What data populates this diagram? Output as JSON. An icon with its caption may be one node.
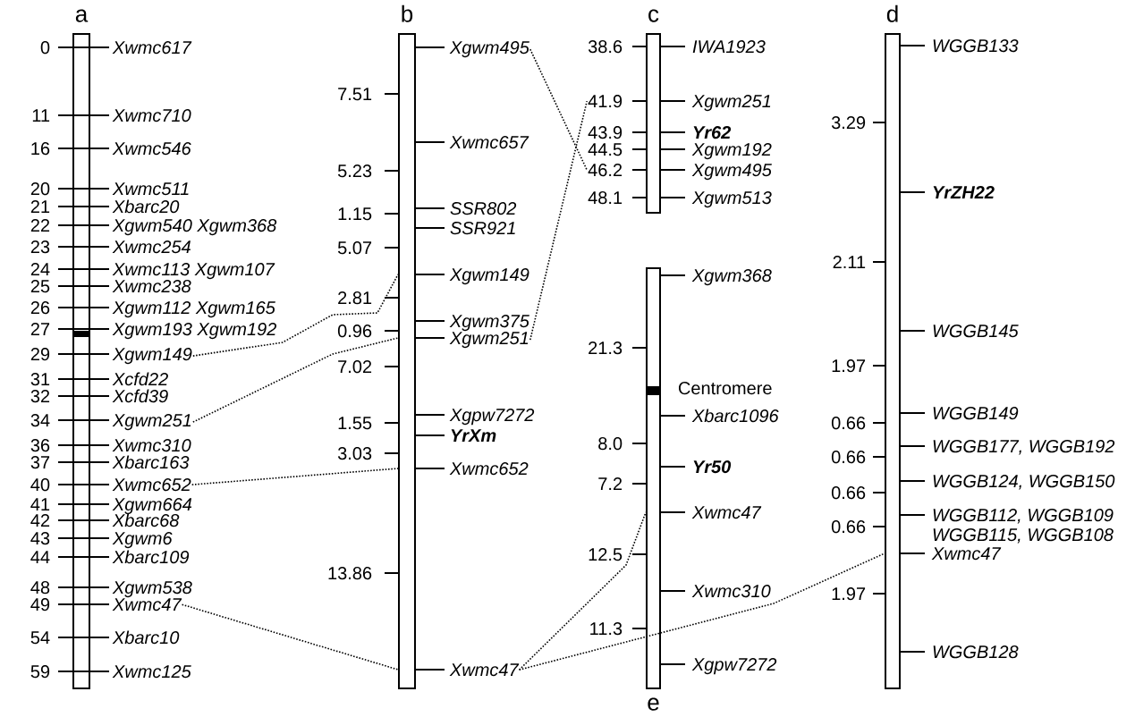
{
  "diagram": {
    "nodes": [
      {
        "text": [
          "a"
        ]
      },
      {
        "text": [
          "Xwmc617"
        ],
        "beside": [
          "0"
        ]
      },
      {
        "text": [
          "Xwmc710"
        ],
        "beside": [
          "11"
        ]
      },
      {
        "text": [
          "Xwmc546"
        ],
        "beside": [
          "16"
        ]
      },
      {
        "text": [
          "Xwmc511"
        ],
        "beside": [
          "20"
        ]
      },
      {
        "text": [
          "Xbarc20"
        ],
        "beside": [
          "21"
        ]
      },
      {
        "text": [
          "Xgwm540 Xgwm368"
        ],
        "beside": [
          "22"
        ]
      },
      {
        "text": [
          "Xwmc254"
        ],
        "beside": [
          "23"
        ]
      },
      {
        "text": [
          "Xwmc113 Xgwm107"
        ],
        "beside": [
          "24"
        ]
      },
      {
        "text": [
          "Xwmc238"
        ],
        "beside": [
          "25"
        ]
      },
      {
        "text": [
          "Xgwm112 Xgwm165"
        ],
        "beside": [
          "26"
        ]
      },
      {
        "text": [
          "Xgwm193 Xgwm192"
        ],
        "beside": [
          "27"
        ]
      },
      {
        "text": [
          "Xgwm149"
        ],
        "beside": [
          "29"
        ]
      },
      {
        "text": [
          "Xcfd22"
        ],
        "beside": [
          "31"
        ]
      },
      {
        "text": [
          "Xcfd39"
        ],
        "beside": [
          "32"
        ]
      },
      {
        "text": [
          "Xgwm251"
        ],
        "beside": [
          "34"
        ]
      },
      {
        "text": [
          "Xwmc310"
        ],
        "beside": [
          "36"
        ]
      },
      {
        "text": [
          "Xbarc163"
        ],
        "beside": [
          "37"
        ]
      },
      {
        "text": [
          "Xwmc652"
        ],
        "beside": [
          "40"
        ]
      },
      {
        "text": [
          "Xgwm664"
        ],
        "beside": [
          "41"
        ]
      },
      {
        "text": [
          "Xbarc68"
        ],
        "beside": [
          "42"
        ]
      },
      {
        "text": [
          "Xgwm6"
        ],
        "beside": [
          "43"
        ]
      },
      {
        "text": [
          "Xbarc109"
        ],
        "beside": [
          "44"
        ]
      },
      {
        "text": [
          "Xgwm538"
        ],
        "beside": [
          "48"
        ]
      },
      {
        "text": [
          "Xwmc47"
        ],
        "beside": [
          "49"
        ]
      },
      {
        "text": [
          "Xbarc10"
        ],
        "beside": [
          "54"
        ]
      },
      {
        "text": [
          "Xwmc125"
        ],
        "beside": [
          "59"
        ]
      },
      {
        "text": [
          "b"
        ],
        "beside": [
          "7.51",
          "5.23",
          "1.15",
          "5.07",
          "2.81",
          "0.96",
          "7.02",
          "1.55",
          "3.03",
          "13.86"
        ]
      },
      {
        "text": [
          "Xgwm495"
        ]
      },
      {
        "text": [
          "Xwmc657"
        ]
      },
      {
        "text": [
          "SSR802"
        ]
      },
      {
        "text": [
          "SSR921"
        ]
      },
      {
        "text": [
          "Xgwm149"
        ]
      },
      {
        "text": [
          "Xgwm375"
        ]
      },
      {
        "text": [
          "Xgwm251"
        ]
      },
      {
        "text": [
          "Xgpw7272"
        ]
      },
      {
        "text": [
          "YrXm"
        ]
      },
      {
        "text": [
          "Xwmc652"
        ]
      },
      {
        "text": [
          "Xwmc47"
        ]
      },
      {
        "text": [
          "c"
        ]
      },
      {
        "text": [
          "38.6"
        ]
      },
      {
        "text": [
          "IWA1923"
        ]
      },
      {
        "text": [
          "41.9"
        ]
      },
      {
        "text": [
          "Xgwm251"
        ]
      },
      {
        "text": [
          "43.9"
        ]
      },
      {
        "text": [
          "Yr62"
        ]
      },
      {
        "text": [
          "44.5"
        ]
      },
      {
        "text": [
          "Xgwm192"
        ]
      },
      {
        "text": [
          "46.2"
        ]
      },
      {
        "text": [
          "Xgwm495"
        ]
      },
      {
        "text": [
          "48.1"
        ]
      },
      {
        "text": [
          "Xgwm513"
        ]
      },
      {
        "text": [
          "e"
        ],
        "beside": [
          "21.3",
          "Centromere",
          "8.0",
          "7.2",
          "12.5",
          "11.3"
        ]
      },
      {
        "text": [
          "Xgwm368"
        ]
      },
      {
        "text": [
          "Xbarc1096"
        ]
      },
      {
        "text": [
          "Yr50"
        ]
      },
      {
        "text": [
          "Xwmc47"
        ]
      },
      {
        "text": [
          "Xwmc310"
        ]
      },
      {
        "text": [
          "Xgpw7272"
        ]
      },
      {
        "text": [
          "d"
        ],
        "beside": [
          "3.29",
          "2.11",
          "1.97",
          "0.66",
          "0.66",
          "0.66",
          "0.66",
          "1.97"
        ]
      },
      {
        "text": [
          "WGGB133"
        ]
      },
      {
        "text": [
          "YrZH22"
        ]
      },
      {
        "text": [
          "WGGB145"
        ]
      },
      {
        "text": [
          "WGGB149"
        ]
      },
      {
        "text": [
          "WGGB177, WGGB192"
        ]
      },
      {
        "text": [
          "WGGB124, WGGB150"
        ]
      },
      {
        "text": [
          "WGGB112, WGGB109",
          "WGGB115, WGGB108"
        ]
      },
      {
        "text": [
          "Xwmc47"
        ]
      },
      {
        "text": [
          "WGGB128"
        ]
      }
    ],
    "edges": [
      {
        "from": 28,
        "to": 48,
        "arrow": "none"
      },
      {
        "from": 34,
        "to": 42,
        "arrow": "none"
      },
      {
        "from": 12,
        "to": 27,
        "arrow": "none"
      },
      {
        "from": 15,
        "to": 27,
        "arrow": "none"
      },
      {
        "from": 18,
        "to": 27,
        "arrow": "none"
      },
      {
        "from": 24,
        "to": 27,
        "arrow": "none"
      },
      {
        "from": 38,
        "to": 52,
        "arrow": "none"
      },
      {
        "from": 38,
        "to": 59,
        "arrow": "none"
      }
    ]
  }
}
